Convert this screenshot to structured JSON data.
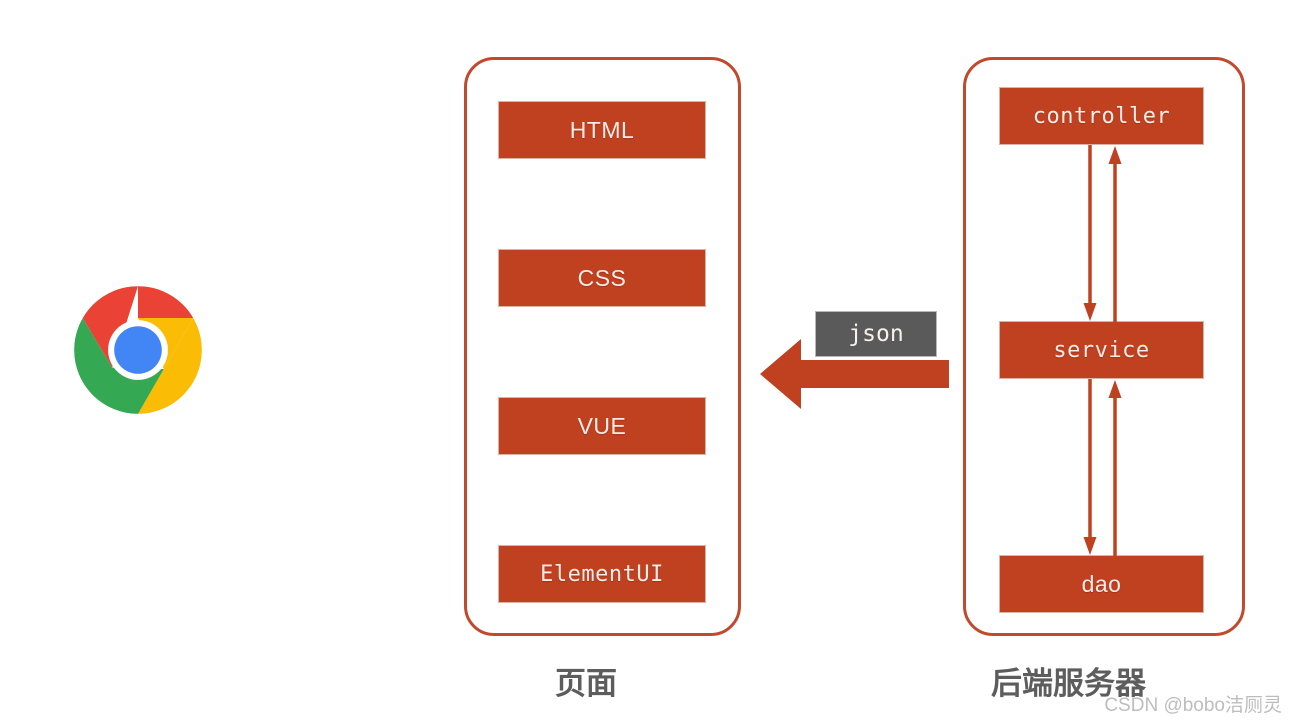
{
  "diagram": {
    "title": "Frontend / Backend architecture diagram",
    "colors": {
      "block_fill": "#c0411f",
      "container_border": "#c1492c",
      "json_chip_fill": "#5a5a5a",
      "caption_text": "#5d5d5d",
      "arrow": "#c0411f",
      "watermark_text": "#bdbdbd"
    }
  },
  "client": {
    "icon_name": "chrome-browser-logo",
    "chrome_colors": {
      "red": "#ea4335",
      "yellow": "#fbbc05",
      "green": "#34a853",
      "blue": "#4285f4",
      "white": "#ffffff"
    }
  },
  "page_group": {
    "caption": "页面",
    "blocks": [
      {
        "label": "HTML",
        "font": "sans"
      },
      {
        "label": "CSS",
        "font": "sans"
      },
      {
        "label": "VUE",
        "font": "sans"
      },
      {
        "label": "ElementUI",
        "font": "mono"
      }
    ]
  },
  "server_group": {
    "caption": "后端服务器",
    "blocks": [
      {
        "label": "controller",
        "font": "mono"
      },
      {
        "label": "service",
        "font": "mono"
      },
      {
        "label": "dao",
        "font": "sans"
      }
    ],
    "internal_flows": [
      {
        "from": "controller",
        "to": "service",
        "down_arrow": true,
        "up_arrow": true
      },
      {
        "from": "service",
        "to": "dao",
        "down_arrow": true,
        "up_arrow": true
      }
    ]
  },
  "transfer": {
    "label": "json",
    "direction": "server-to-page",
    "arrow_name": "json-response-arrow"
  },
  "watermark": {
    "text": "CSDN @bobo洁厕灵"
  }
}
